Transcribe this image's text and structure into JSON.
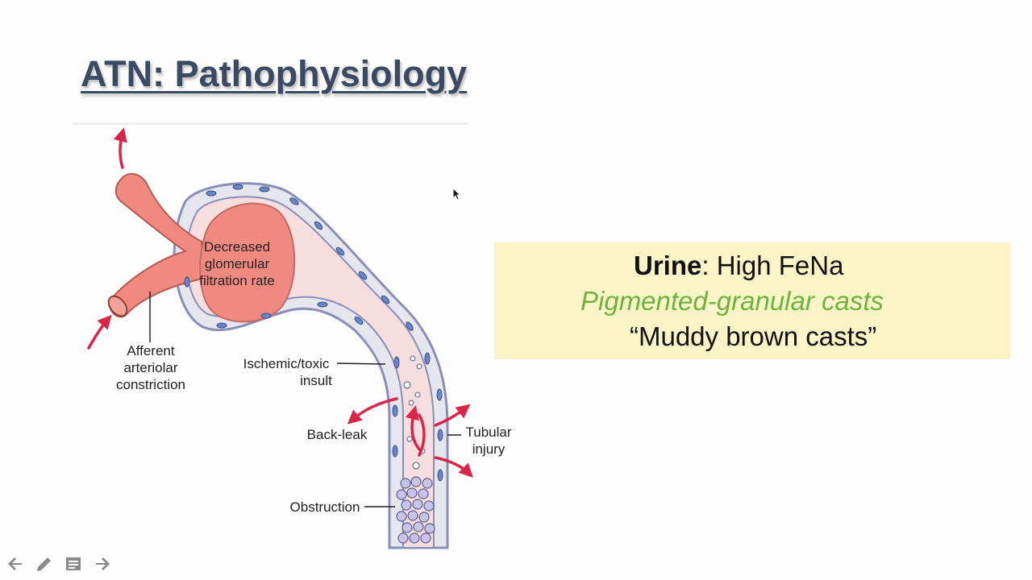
{
  "slide": {
    "title": "ATN: Pathophysiology"
  },
  "diagram": {
    "labels": {
      "gfr_line1": "Decreased",
      "gfr_line2": "glomerular",
      "gfr_line3": "filtration rate",
      "afferent_line1": "Afferent",
      "afferent_line2": "arteriolar",
      "afferent_line3": "constriction",
      "ischemic_line1": "Ischemic/toxic",
      "ischemic_line2": "insult",
      "backleak": "Back-leak",
      "tubular_line1": "Tubular",
      "tubular_line2": "injury",
      "obstruction": "Obstruction"
    },
    "colors": {
      "arteriole": "#f08a80",
      "capsule_fill": "#f7dede",
      "cell_border": "#8a8fb8",
      "nucleus": "#6a86c8",
      "arrow": "#d8254a"
    }
  },
  "callout": {
    "urine_label": "Urine",
    "urine_value": ": High FeNa",
    "casts": "Pigmented-granular casts",
    "muddy": "“Muddy brown casts”",
    "background": "#fbf4c6",
    "casts_color": "#6cb33f"
  },
  "toolbar": {
    "prev_icon": "arrow-left-icon",
    "pen_icon": "pen-icon",
    "menu_icon": "menu-icon",
    "next_icon": "arrow-right-icon"
  }
}
